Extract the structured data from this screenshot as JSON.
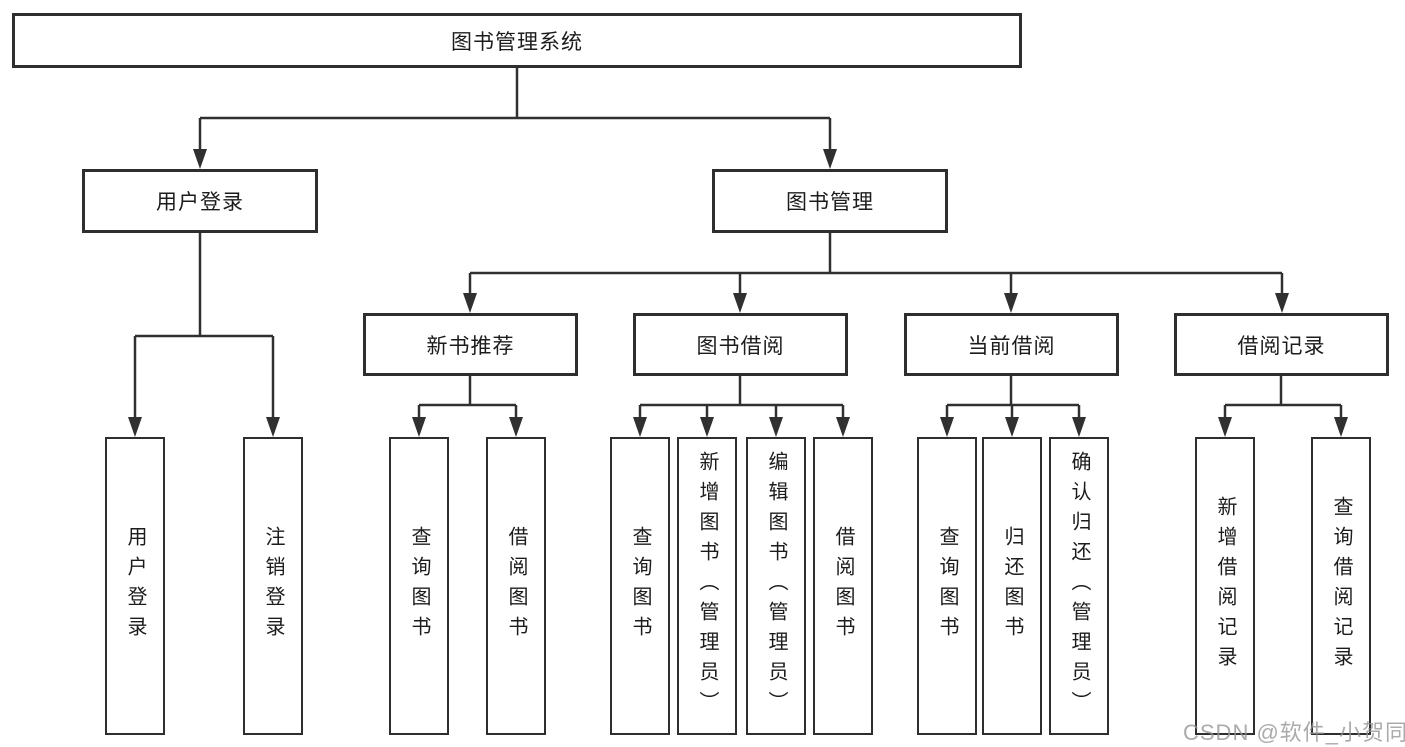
{
  "tree": {
    "root": {
      "label": "图书管理系统"
    },
    "level2": [
      {
        "label": "用户登录"
      },
      {
        "label": "图书管理"
      }
    ],
    "level3": [
      {
        "label": "新书推荐"
      },
      {
        "label": "图书借阅"
      },
      {
        "label": "当前借阅"
      },
      {
        "label": "借阅记录"
      }
    ],
    "leaves_user": [
      "用户登录",
      "注销登录"
    ],
    "leaves_newbook": [
      "查询图书",
      "借阅图书"
    ],
    "leaves_borrow": [
      "查询图书",
      "新增图书（管理员）",
      "编辑图书（管理员）",
      "借阅图书"
    ],
    "leaves_current": [
      "查询图书",
      "归还图书",
      "确认归还（管理员）"
    ],
    "leaves_records": [
      "新增借阅记录",
      "查询借阅记录"
    ]
  },
  "watermark": "CSDN @软件_小贺同学",
  "colors": {
    "background": "#ffffff",
    "box_border": "#2e2e2e",
    "connector_line": "#303030",
    "text": "#1c1c1c",
    "watermark_text": "#949494"
  }
}
